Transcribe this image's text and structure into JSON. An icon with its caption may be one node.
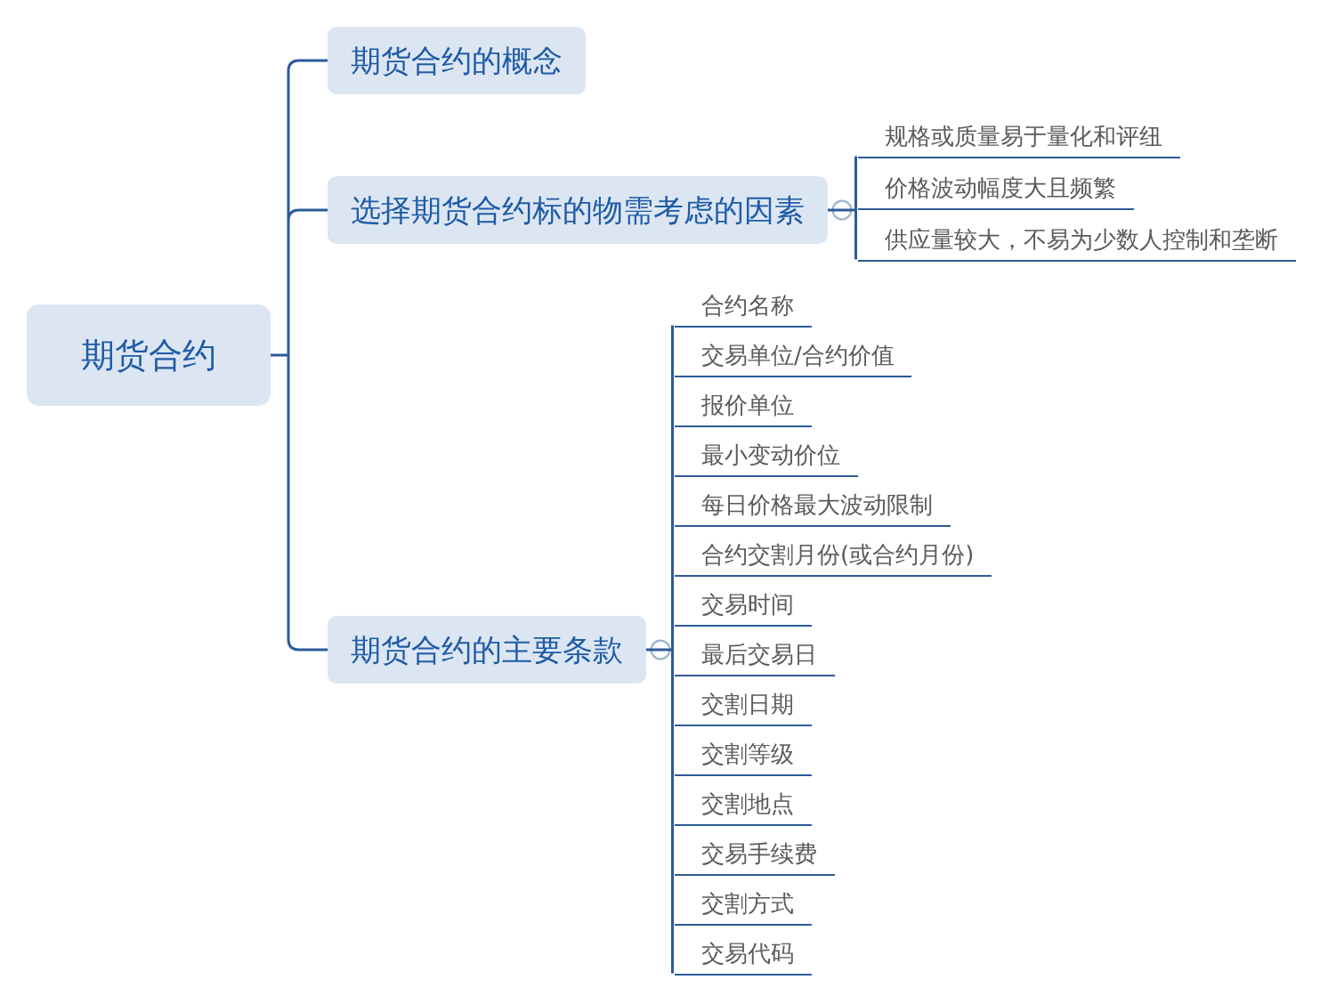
{
  "diagram": {
    "nodes": [
      {
        "text": [
          "期货合约"
        ]
      },
      {
        "text": [
          "期货合约的概念"
        ]
      },
      {
        "text": [
          "选择期货合约标的物需考虑的因素"
        ]
      },
      {
        "text": [
          "期货合约的主要条款"
        ]
      },
      {
        "text": [
          "规格或质量易于量化和评纽"
        ]
      },
      {
        "text": [
          "价格波动幅度大且频繁"
        ]
      },
      {
        "text": [
          "供应量较大，不易为少数人控制和垄断"
        ]
      },
      {
        "text": [
          "合约名称"
        ]
      },
      {
        "text": [
          "交易单位/合约价值"
        ]
      },
      {
        "text": [
          "报价单位"
        ]
      },
      {
        "text": [
          "最小变动价位"
        ]
      },
      {
        "text": [
          "每日价格最大波动限制"
        ]
      },
      {
        "text": [
          "合约交割月份(或合约月份)"
        ]
      },
      {
        "text": [
          "交易时间"
        ]
      },
      {
        "text": [
          "最后交易日"
        ]
      },
      {
        "text": [
          "交割日期"
        ]
      },
      {
        "text": [
          "交割等级"
        ]
      },
      {
        "text": [
          "交割地点"
        ]
      },
      {
        "text": [
          "交易手续费"
        ]
      },
      {
        "text": [
          "交割方式"
        ]
      },
      {
        "text": [
          "交易代码"
        ]
      }
    ],
    "edges": [
      {
        "from": 0,
        "to": 1,
        "arrow": "none"
      },
      {
        "from": 0,
        "to": 2,
        "arrow": "none"
      },
      {
        "from": 0,
        "to": 3,
        "arrow": "none"
      },
      {
        "from": 2,
        "to": 4,
        "arrow": "none"
      },
      {
        "from": 2,
        "to": 5,
        "arrow": "none"
      },
      {
        "from": 2,
        "to": 6,
        "arrow": "none"
      },
      {
        "from": 3,
        "to": 7,
        "arrow": "none"
      },
      {
        "from": 3,
        "to": 8,
        "arrow": "none"
      },
      {
        "from": 3,
        "to": 9,
        "arrow": "none"
      },
      {
        "from": 3,
        "to": 10,
        "arrow": "none"
      },
      {
        "from": 3,
        "to": 11,
        "arrow": "none"
      },
      {
        "from": 3,
        "to": 12,
        "arrow": "none"
      },
      {
        "from": 3,
        "to": 13,
        "arrow": "none"
      },
      {
        "from": 3,
        "to": 14,
        "arrow": "none"
      },
      {
        "from": 3,
        "to": 15,
        "arrow": "none"
      },
      {
        "from": 3,
        "to": 16,
        "arrow": "none"
      },
      {
        "from": 3,
        "to": 17,
        "arrow": "none"
      },
      {
        "from": 3,
        "to": 18,
        "arrow": "none"
      },
      {
        "from": 3,
        "to": 19,
        "arrow": "none"
      },
      {
        "from": 3,
        "to": 20,
        "arrow": "none"
      }
    ]
  }
}
